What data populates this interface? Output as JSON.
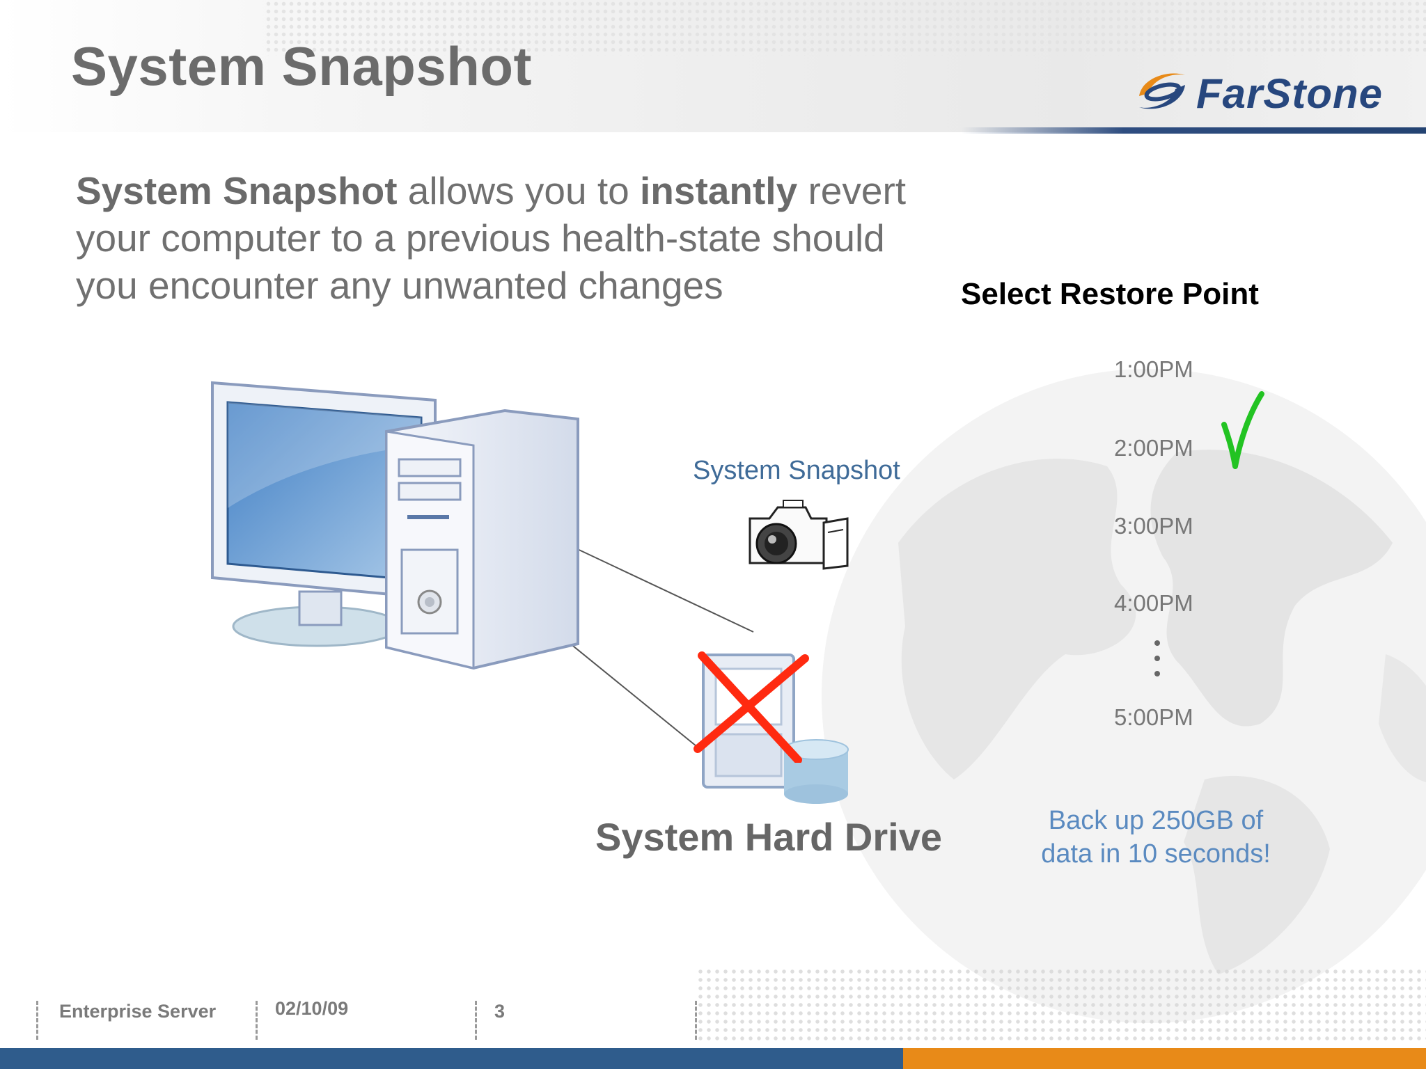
{
  "slide": {
    "title": "System Snapshot",
    "brand": "FarStone",
    "intro": {
      "bold_1": "System Snapshot",
      "text_1": " allows you to ",
      "bold_2": "instantly",
      "text_2": " revert your computer to a previous health-state should you encounter any unwanted changes"
    },
    "restore_panel": {
      "title": "Select Restore Point",
      "times": [
        "1:00PM",
        "2:00PM",
        "3:00PM",
        "4:00PM",
        "5:00PM"
      ],
      "selected_time": "2:00PM",
      "backup_line_1": "Back up 250GB of",
      "backup_line_2": "data in 10 seconds!"
    },
    "diagram": {
      "snapshot_label": "System Snapshot",
      "drive_label": "System Hard Drive"
    },
    "icons": [
      "computer-icon",
      "camera-icon",
      "hard-drive-icon",
      "red-x-icon",
      "check-mark-icon",
      "farstone-logo-icon",
      "globe-icon"
    ]
  },
  "footer": {
    "product": "Enterprise Server",
    "date": "02/10/09",
    "page": "3"
  },
  "colors": {
    "title_gray": "#6b6b6b",
    "brand_blue": "#27477e",
    "brand_orange": "#e88a18",
    "accent_blue": "#5a8ac0",
    "check_green": "#22c322",
    "cross_red": "#ff2a10"
  }
}
